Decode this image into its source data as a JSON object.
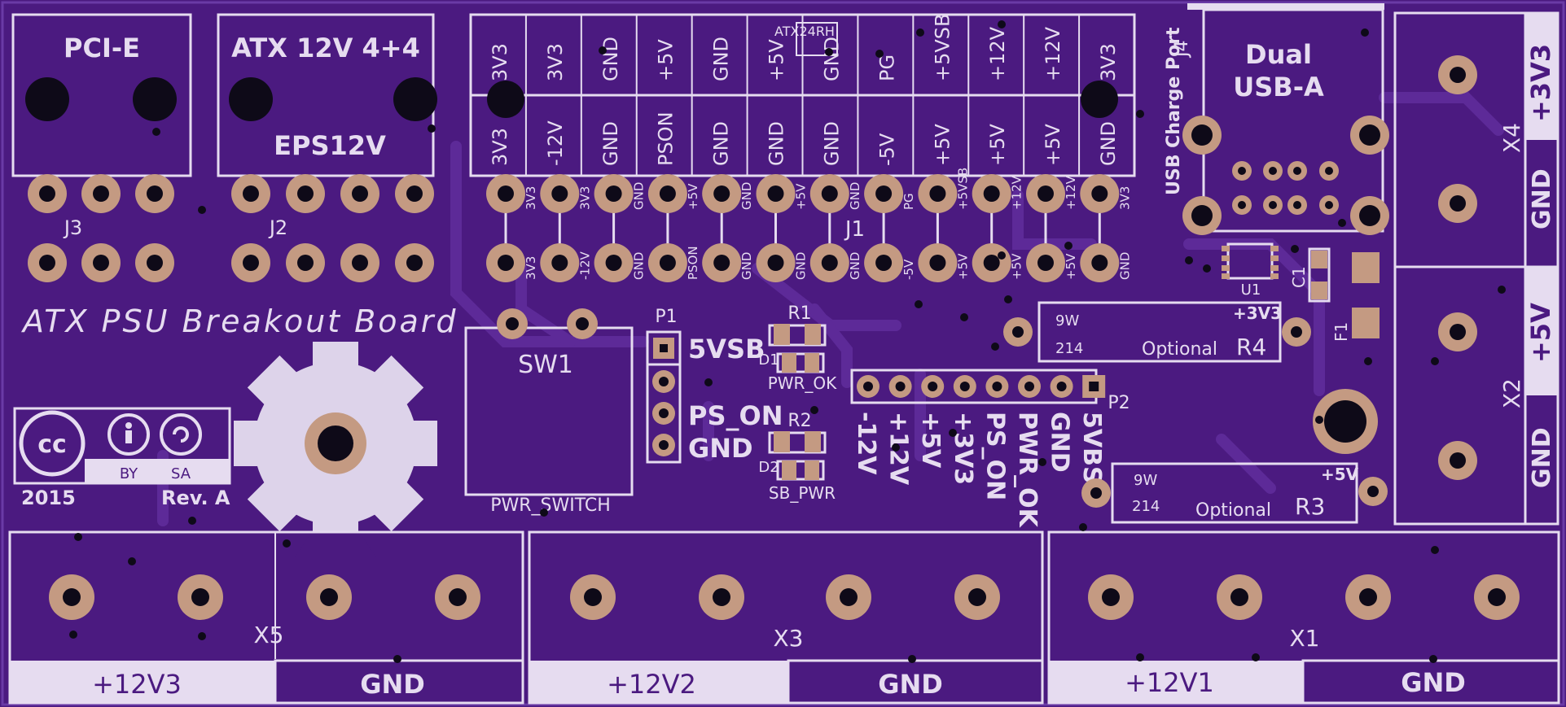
{
  "board": {
    "title": "ATX PSU Breakout Board",
    "year": "2015",
    "revision": "Rev. A",
    "license": {
      "cc": "cc",
      "by": "BY",
      "sa": "SA"
    }
  },
  "connectors": {
    "pcie": {
      "label": "PCI-E",
      "ref": "J3"
    },
    "atx12v": {
      "label": "ATX 12V 4+4",
      "sub": "EPS12V",
      "ref": "J2"
    },
    "atx24": {
      "ref": "J1",
      "footprint": "ATX24RH",
      "top_row": [
        "3V3",
        "3V3",
        "GND",
        "+5V",
        "GND",
        "+5V",
        "GND",
        "PG",
        "+5VSB",
        "+12V",
        "+12V",
        "3V3"
      ],
      "bottom_row": [
        "3V3",
        "-12V",
        "GND",
        "PSON",
        "GND",
        "GND",
        "GND",
        "-5V",
        "+5V",
        "+5V",
        "+5V",
        "GND"
      ],
      "top_pin_labels": [
        "3V3",
        "3V3",
        "GND",
        "+5V",
        "GND",
        "+5V",
        "GND",
        "PG",
        "+5VSB",
        "+12V",
        "+12V",
        "3V3"
      ],
      "bottom_pin_labels": [
        "3V3",
        "-12V",
        "GND",
        "PSON",
        "GND",
        "GND",
        "GND",
        "-5V",
        "+5V",
        "+5V",
        "+5V",
        "GND"
      ]
    },
    "usb": {
      "label_line1": "Dual",
      "label_line2": "USB-A",
      "side": "USB Charge Port",
      "ref": "J4"
    }
  },
  "components": {
    "sw1": {
      "ref": "SW1",
      "label": "PWR_SWITCH"
    },
    "p1": {
      "ref": "P1",
      "pins": [
        "5VSB",
        "PS_ON",
        "GND"
      ]
    },
    "r1": {
      "ref": "R1"
    },
    "d1": {
      "ref": "D1",
      "label": "PWR_OK"
    },
    "r2": {
      "ref": "R2"
    },
    "d2": {
      "ref": "D2",
      "label": "SB_PWR"
    },
    "p2": {
      "ref": "P2",
      "pins": [
        "-12V",
        "+12V",
        "+5V",
        "+3V3",
        "PS_ON",
        "PWR_OK",
        "GND",
        "5VBS"
      ]
    },
    "u1": {
      "ref": "U1"
    },
    "c1": {
      "ref": "C1"
    },
    "f1": {
      "ref": "F1"
    },
    "r4": {
      "ref": "R4",
      "power": "9W",
      "value": "214",
      "note": "Optional",
      "rail": "+3V3"
    },
    "r3": {
      "ref": "R3",
      "power": "9W",
      "value": "214",
      "note": "Optional",
      "rail": "+5V"
    }
  },
  "terminals": {
    "x4": {
      "ref": "X4",
      "top": "+3V3",
      "bottom": "GND"
    },
    "x2": {
      "ref": "X2",
      "top": "+5V",
      "bottom": "GND"
    },
    "x5": {
      "ref": "X5",
      "left": "+12V3",
      "right": "GND"
    },
    "x3": {
      "ref": "X3",
      "left": "+12V2",
      "right": "GND"
    },
    "x1": {
      "ref": "X1",
      "left": "+12V1",
      "right": "GND"
    }
  },
  "colors": {
    "board": "#4b1a80",
    "copper": "#5a2a92",
    "silk": "#e6dcf0",
    "pad": "#c49a82",
    "hole": "#0e0a18"
  }
}
